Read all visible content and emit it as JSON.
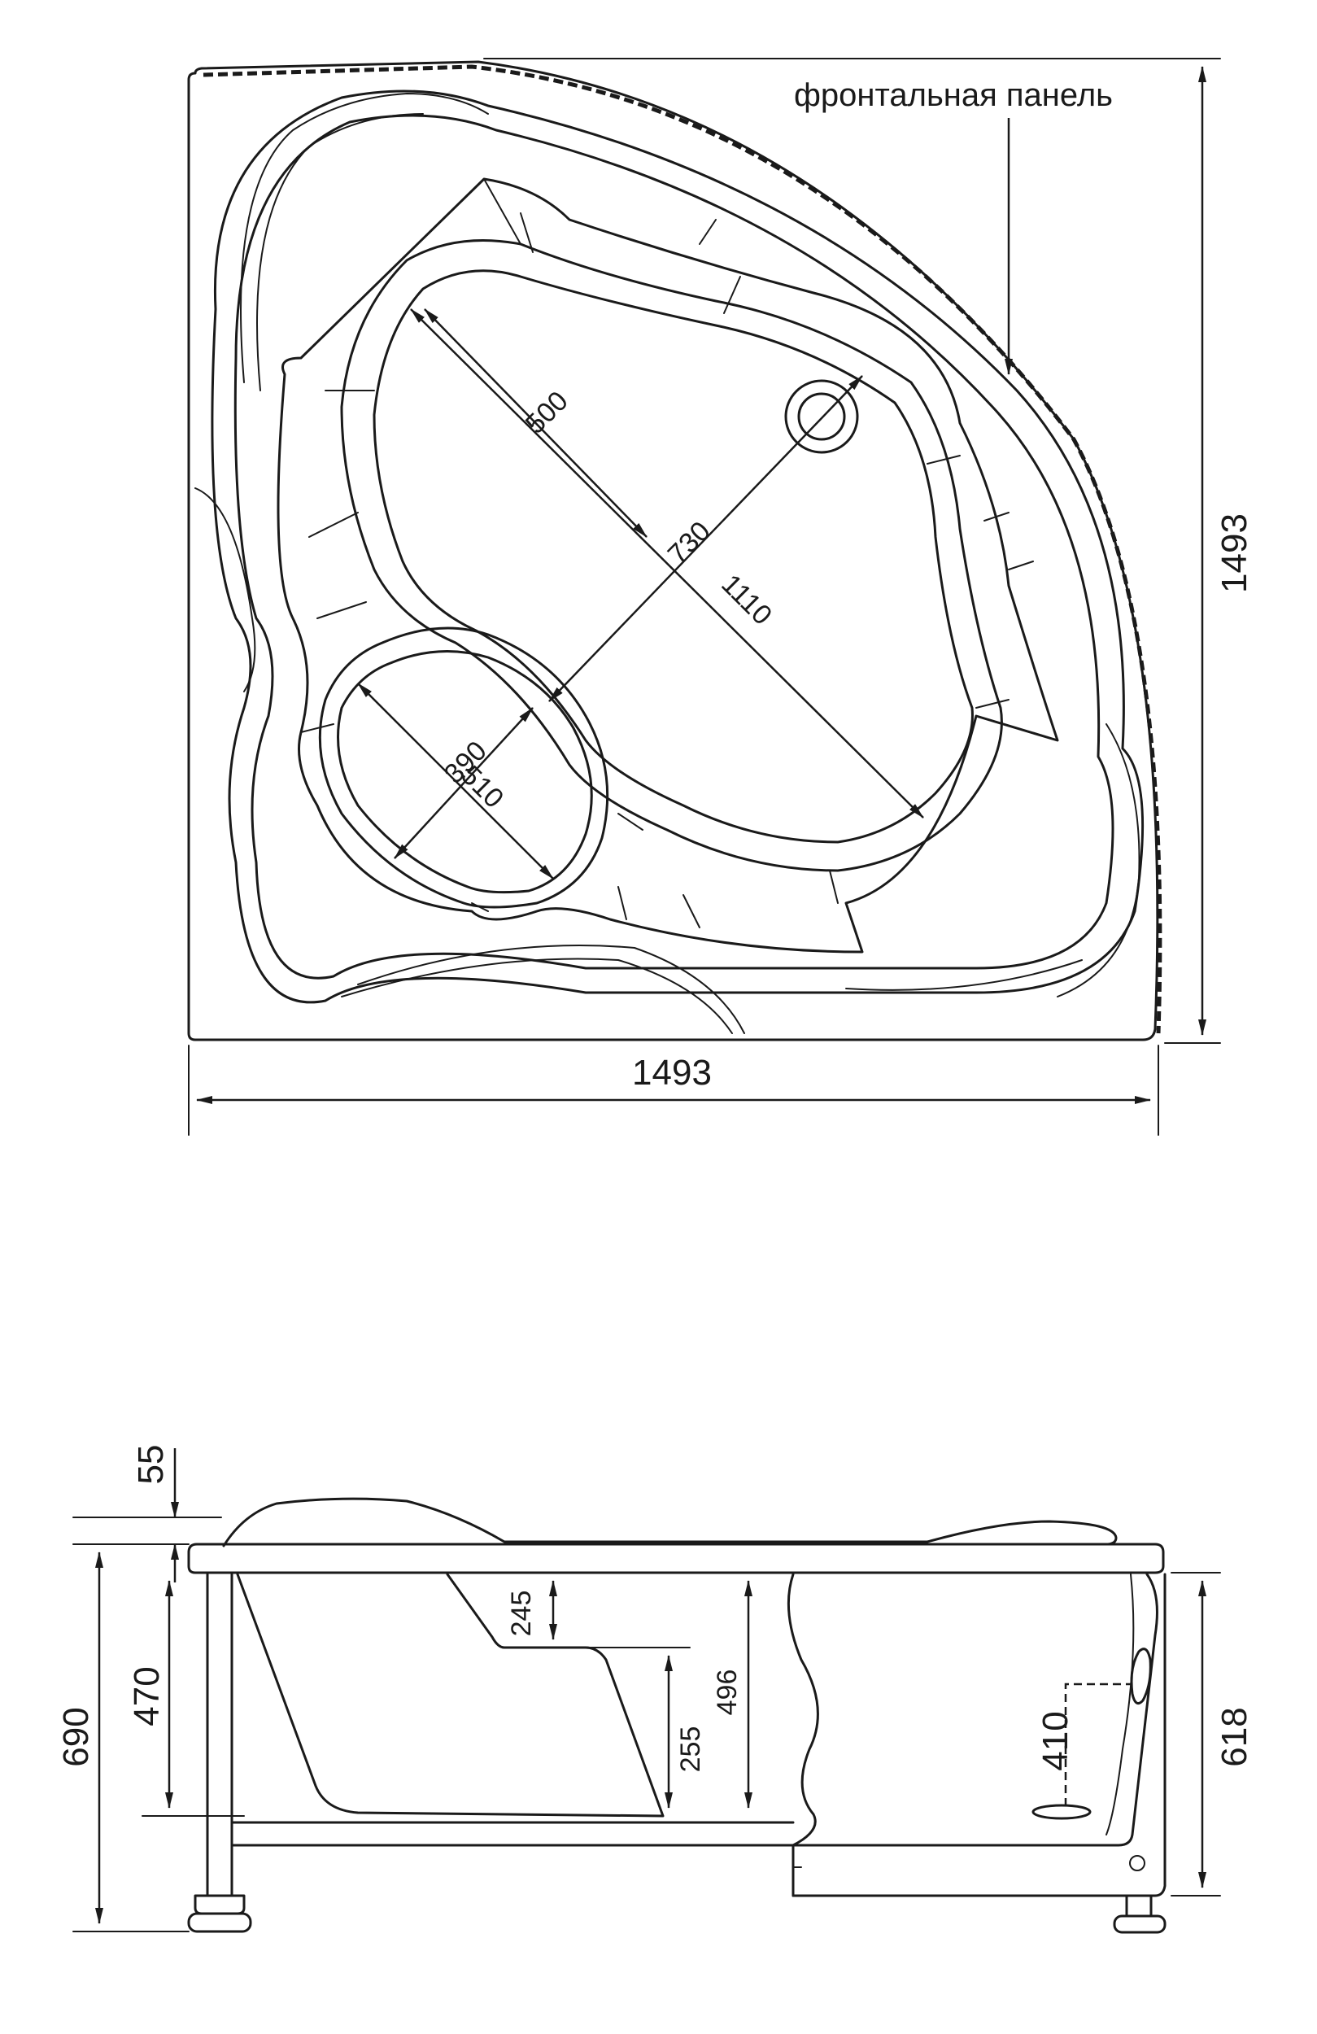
{
  "top_view": {
    "front_panel_label": "фронтальная панель",
    "width_label": "1493",
    "depth_label": "1493",
    "inner_width_label": "500",
    "inner_length_label": "730",
    "diagonal_label": "1110",
    "seat_width_label": "390",
    "seat_length_label": "510"
  },
  "side_view": {
    "rim_thickness_label": "55",
    "total_height_label": "690",
    "inner_height_label": "470",
    "seat_depth_label": "245",
    "step_height_label": "255",
    "bowl_depth_label": "496",
    "drain_height_label": "410",
    "panel_height_label": "618"
  }
}
